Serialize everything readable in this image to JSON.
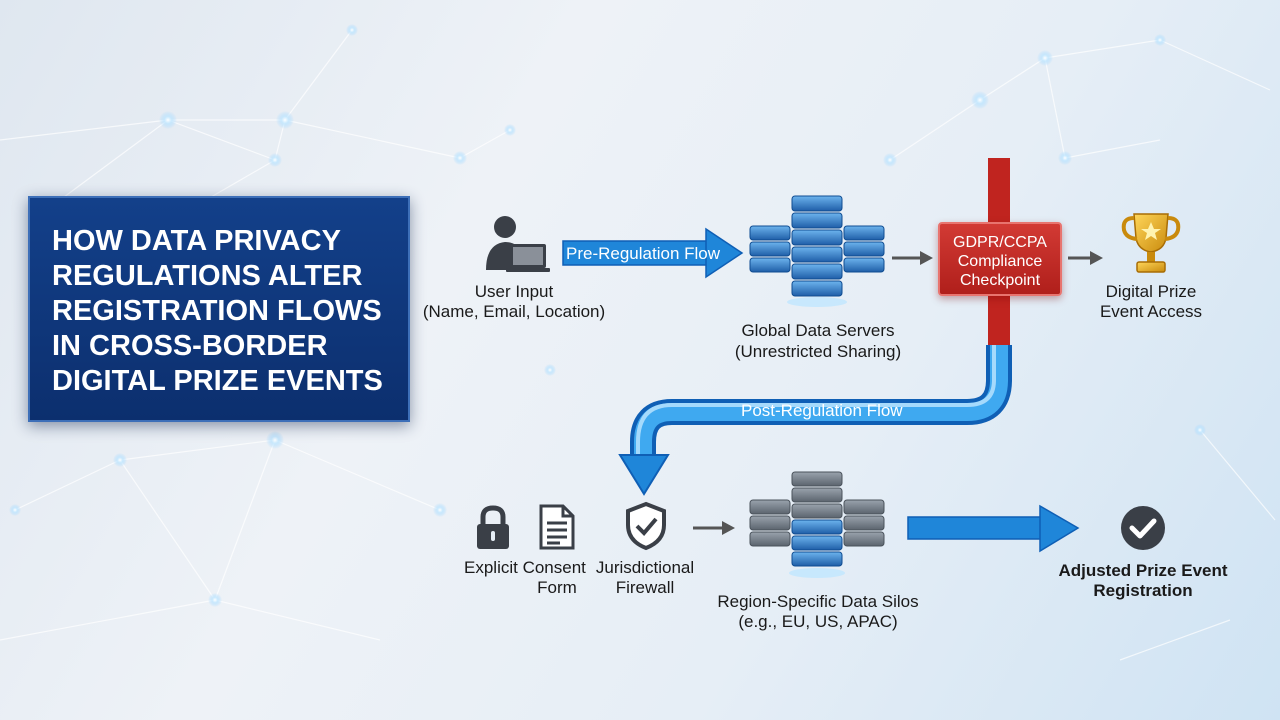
{
  "title_lines": [
    "HOW DATA PRIVACY",
    "REGULATIONS ALTER",
    "REGISTRATION FLOWS",
    "IN CROSS-BORDER",
    "DIGITAL PRIZE EVENTS"
  ],
  "user_input": {
    "title": "User Input",
    "subtitle": "(Name, Email, Location)"
  },
  "pre_flow_label": "Pre-Regulation Flow",
  "global_servers": {
    "title": "Global Data Servers",
    "subtitle": "(Unrestricted Sharing)"
  },
  "checkpoint": {
    "lines": [
      "GDPR/CCPA",
      "Compliance",
      "Checkpoint"
    ]
  },
  "digital_prize": {
    "line1": "Digital Prize",
    "line2": "Event Access"
  },
  "post_flow_label": "Post-Regulation Flow",
  "explicit_consent": {
    "line1": "Explicit Consent",
    "line2": "Form"
  },
  "jurisdictional": {
    "line1": "Jurisdictional",
    "line2": "Firewall"
  },
  "region_silos": {
    "title": "Region-Specific Data Silos",
    "subtitle": "(e.g., EU, US, APAC)"
  },
  "adjusted": {
    "line1": "Adjusted Prize Event",
    "line2": "Registration"
  },
  "icons": {
    "user": "user-laptop-icon",
    "servers": "database-server-icon",
    "trophy": "trophy-icon",
    "lock": "lock-icon",
    "document": "document-icon",
    "shield": "shield-check-icon",
    "check": "check-circle-icon"
  },
  "colors": {
    "title_bg": "#0c2f6e",
    "flow_blue": "#1f86d9",
    "checkpoint_red": "#c0241f",
    "trophy_gold": "#e3a21a"
  }
}
